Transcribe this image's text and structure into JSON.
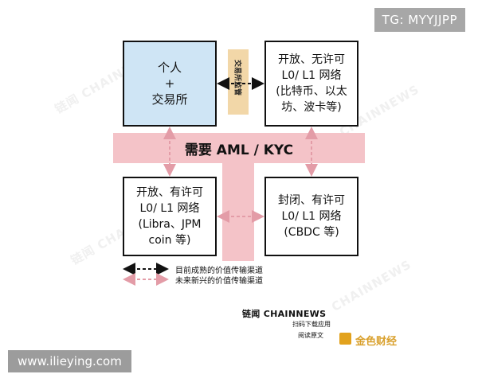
{
  "top_badge": "TG: MYYJJPP",
  "center_banner": "需要 AML / KYC",
  "boxes": {
    "top_left": {
      "line1": "个人",
      "line2": "+",
      "line3": "交易所"
    },
    "top_right": {
      "line1": "开放、无许可",
      "line2": "L0/ L1 网络",
      "line3": "(比特币、以太",
      "line4": "坊、波卡等)"
    },
    "bottom_left": {
      "line1": "开放、有许可",
      "line2": "L0/ L1 网络",
      "line3": "(Libra、JPM",
      "line4": "coin 等)"
    },
    "bottom_right": {
      "line1": "封闭、有许可",
      "line2": "L0/ L1 网络",
      "line3": "(CBDC 等)"
    }
  },
  "exchange_label": "交易所监管",
  "legend": [
    {
      "label": "目前成熟的价值传输渠道",
      "style": "solid-dark",
      "color": "#111111"
    },
    {
      "label": "未来新兴的价值传输渠道",
      "style": "pink-dashed",
      "color": "#e39ca7"
    }
  ],
  "brand": {
    "title": "链闻 CHAINNEWS",
    "sub1": "扫码下载应用",
    "sub2": "阅读原文",
    "logo_text": "金色财经"
  },
  "url_badge": "www.ilieying.com",
  "watermarks": [
    "链闻 CHAINNEWS",
    "CHAINNEWS",
    "链闻 CHAINNEWS",
    "CHAINNEWS"
  ],
  "colors": {
    "box_fill": "#cfe5f5",
    "banner": "#f4c3c8",
    "exchange_strip": "#f2d7a8"
  }
}
